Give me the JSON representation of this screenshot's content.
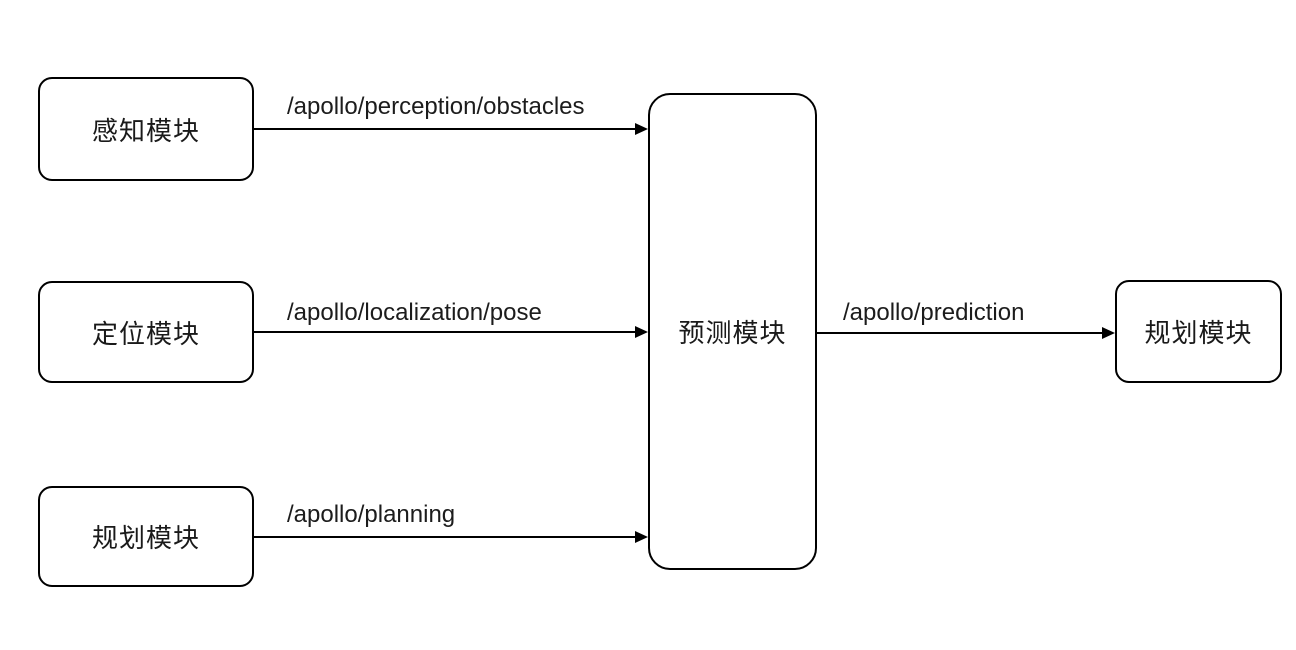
{
  "diagram": {
    "type": "flowchart",
    "background_color": "#ffffff",
    "stroke_color": "#000000",
    "text_color": "#1a1a1a",
    "nodes": [
      {
        "id": "perception",
        "label": "感知模块"
      },
      {
        "id": "localization",
        "label": "定位模块"
      },
      {
        "id": "planning-source",
        "label": "规划模块"
      },
      {
        "id": "prediction",
        "label": "预测模块"
      },
      {
        "id": "planning-target",
        "label": "规划模块"
      }
    ],
    "edges": [
      {
        "from": "perception",
        "to": "prediction",
        "label": "/apollo/perception/obstacles"
      },
      {
        "from": "localization",
        "to": "prediction",
        "label": "/apollo/localization/pose"
      },
      {
        "from": "planning-source",
        "to": "prediction",
        "label": "/apollo/planning"
      },
      {
        "from": "prediction",
        "to": "planning-target",
        "label": "/apollo/prediction"
      }
    ]
  }
}
